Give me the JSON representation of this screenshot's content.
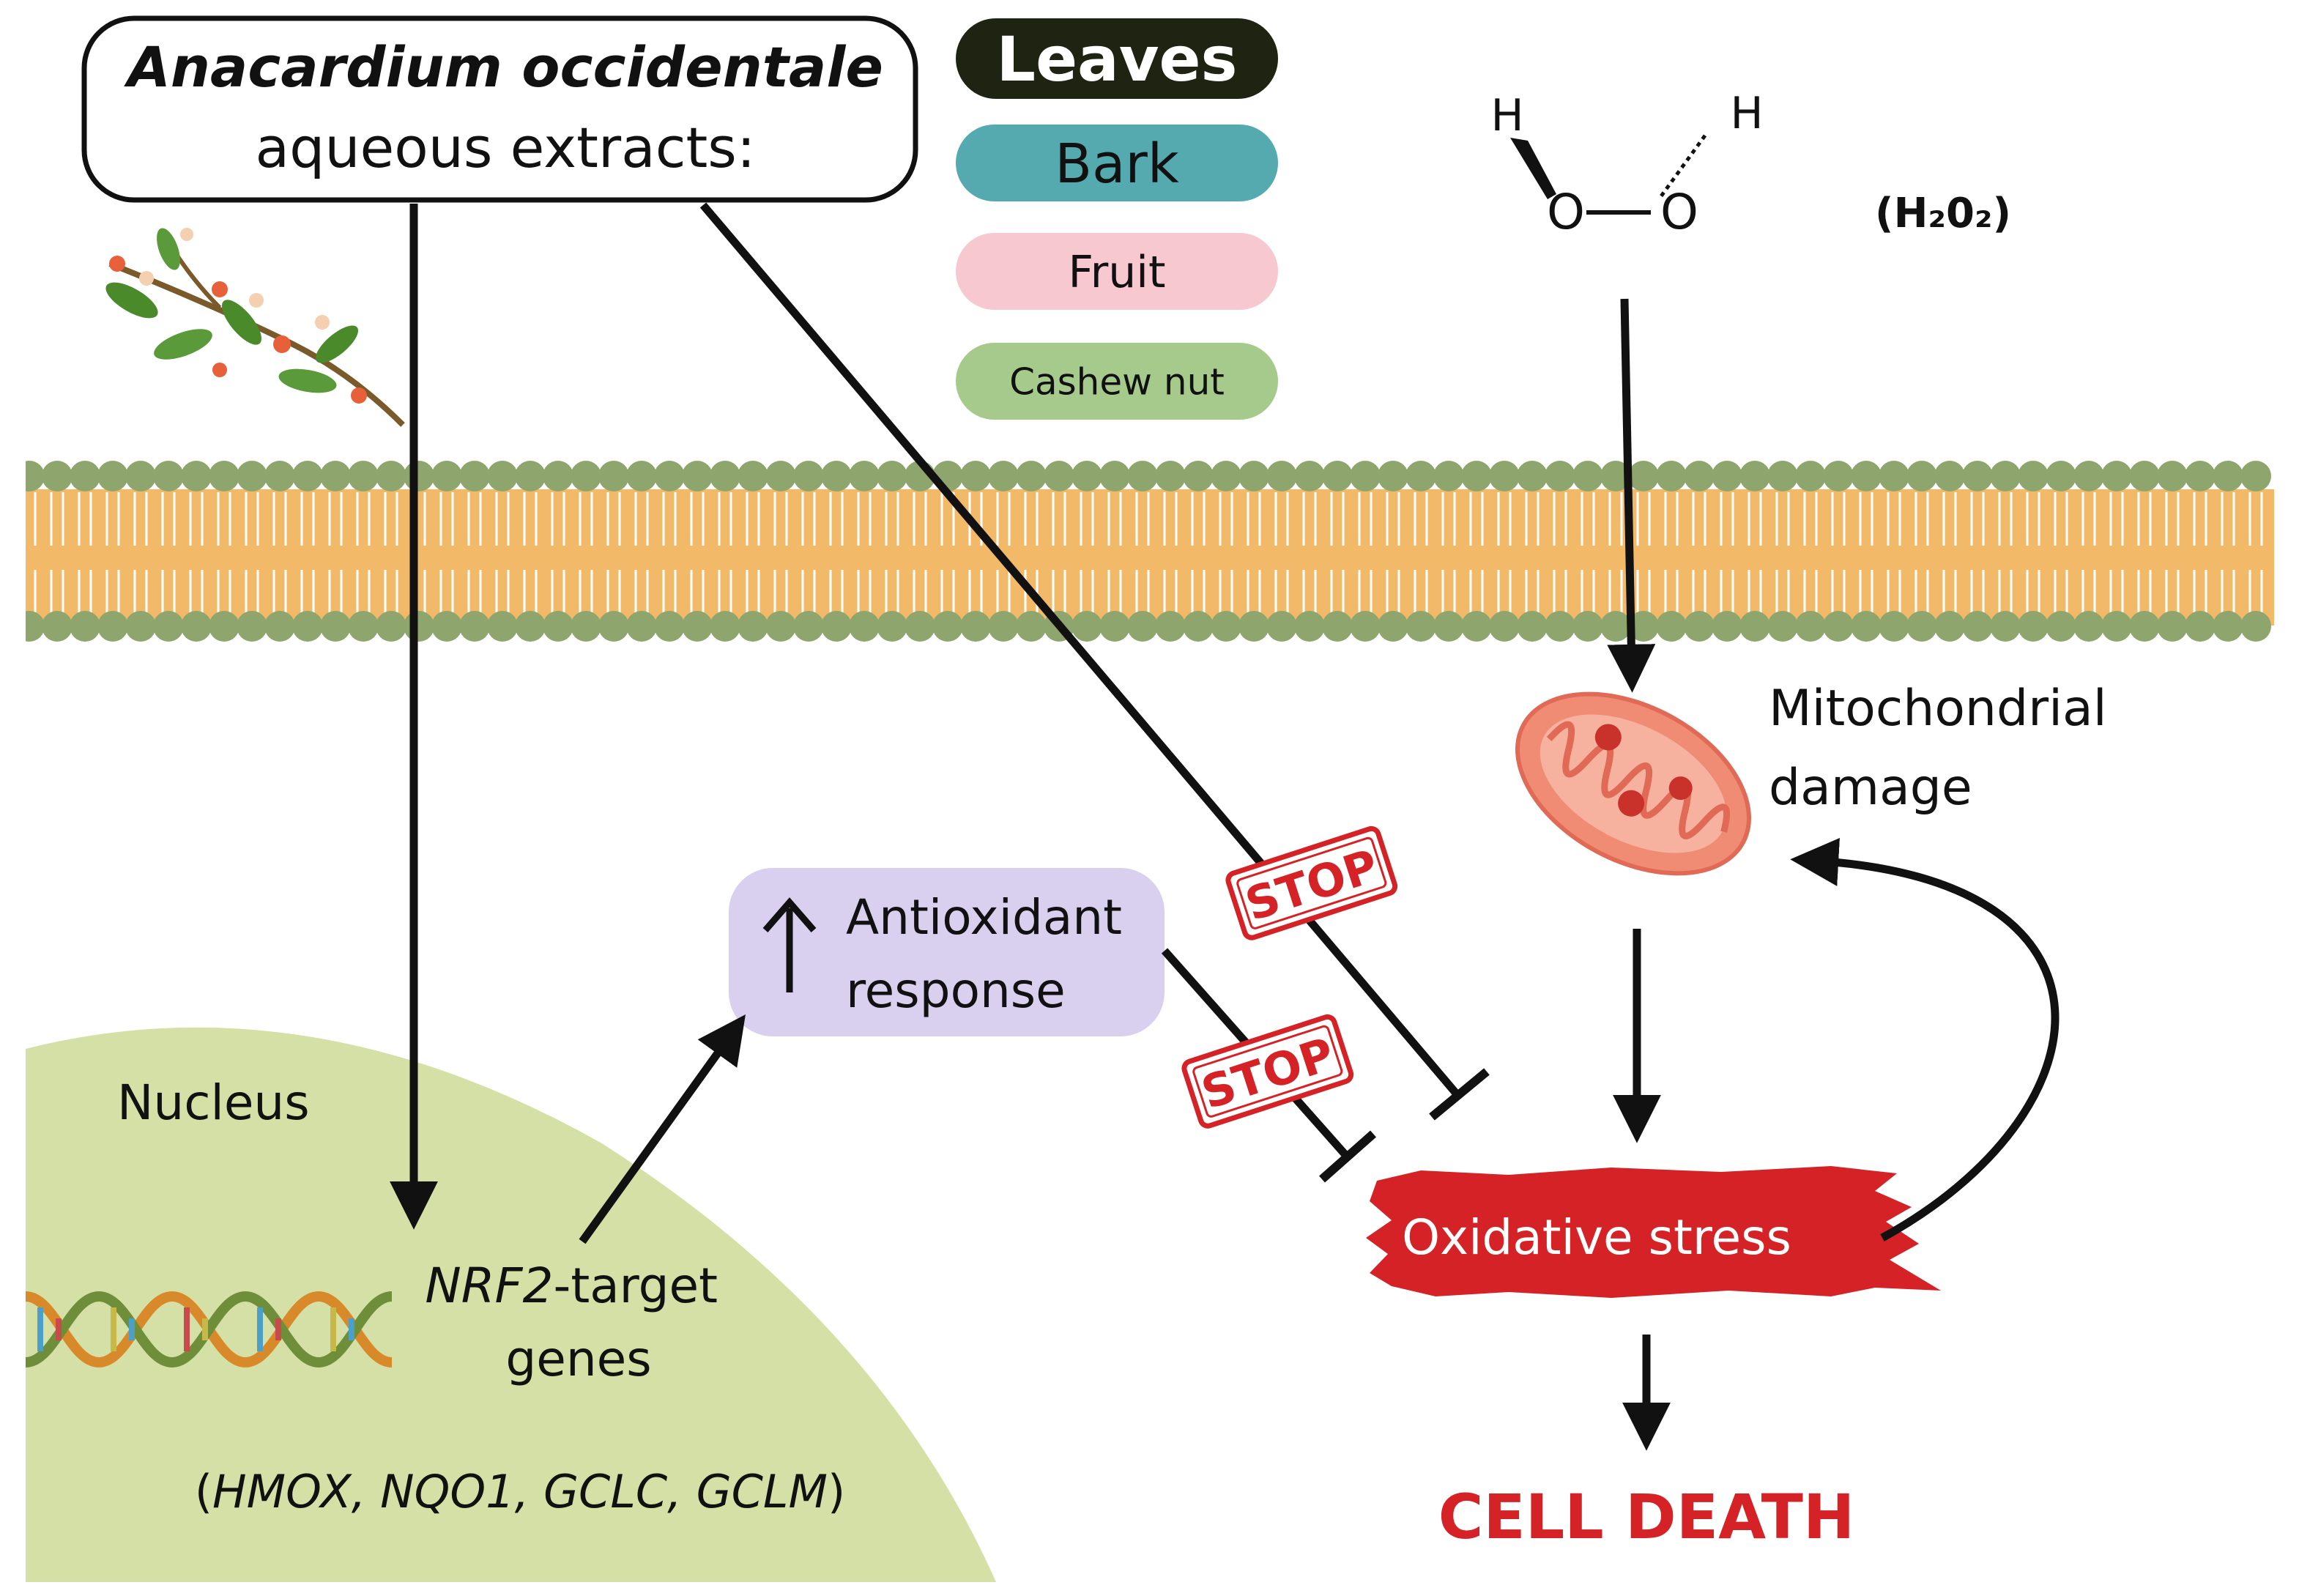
{
  "extract_box": {
    "species": "Anacardium occidentale",
    "subtitle": "aqueous extracts:"
  },
  "extract_types": [
    {
      "label": "Leaves",
      "color": "#1f2412",
      "text_color": "#ffffff"
    },
    {
      "label": "Bark",
      "color": "#55aaaf",
      "text_color": "#111111"
    },
    {
      "label": "Fruit",
      "color": "#f8c8d0",
      "text_color": "#111111"
    },
    {
      "label": "Cashew nut",
      "color": "#a6c98c",
      "text_color": "#111111"
    }
  ],
  "molecule": {
    "atom_h": "H",
    "atom_o": "O",
    "formula": "(H₂0₂)"
  },
  "nucleus": {
    "label": "Nucleus",
    "genes_prefix": "NRF2",
    "genes_suffix": "-target",
    "genes_line2": "genes",
    "gene_list_open": "(",
    "gene_list": "HMOX, NQO1, GCLC, GCLM",
    "gene_list_close": ")"
  },
  "antioxidant": {
    "line1": "Antioxidant",
    "line2": "response"
  },
  "mitochondria": {
    "line1": "Mitochondrial",
    "line2": "damage"
  },
  "oxidative_stress": "Oxidative stress",
  "stop_stamp": "STOP",
  "cell_death": "CELL DEATH",
  "colors": {
    "membrane_head": "#8ea56d",
    "membrane_tail": "#f2b968",
    "nucleus_fill": "#d5e0a6",
    "antioxidant_fill": "#d9d0ef",
    "stress_red": "#d42226",
    "stop_red": "#d42226",
    "mito_fill": "#f08c73",
    "arrow": "#111111"
  }
}
